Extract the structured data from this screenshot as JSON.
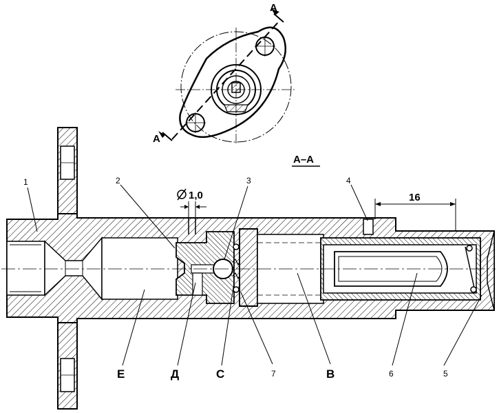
{
  "section_marks": {
    "top": "А",
    "bottom": "А",
    "title": "А–А"
  },
  "dimensions": {
    "hole_diameter": "1,0",
    "length": "16"
  },
  "part_labels": [
    "1",
    "2",
    "3",
    "4",
    "5",
    "6",
    "7"
  ],
  "zone_labels": [
    "Е",
    "Д",
    "С",
    "В"
  ]
}
